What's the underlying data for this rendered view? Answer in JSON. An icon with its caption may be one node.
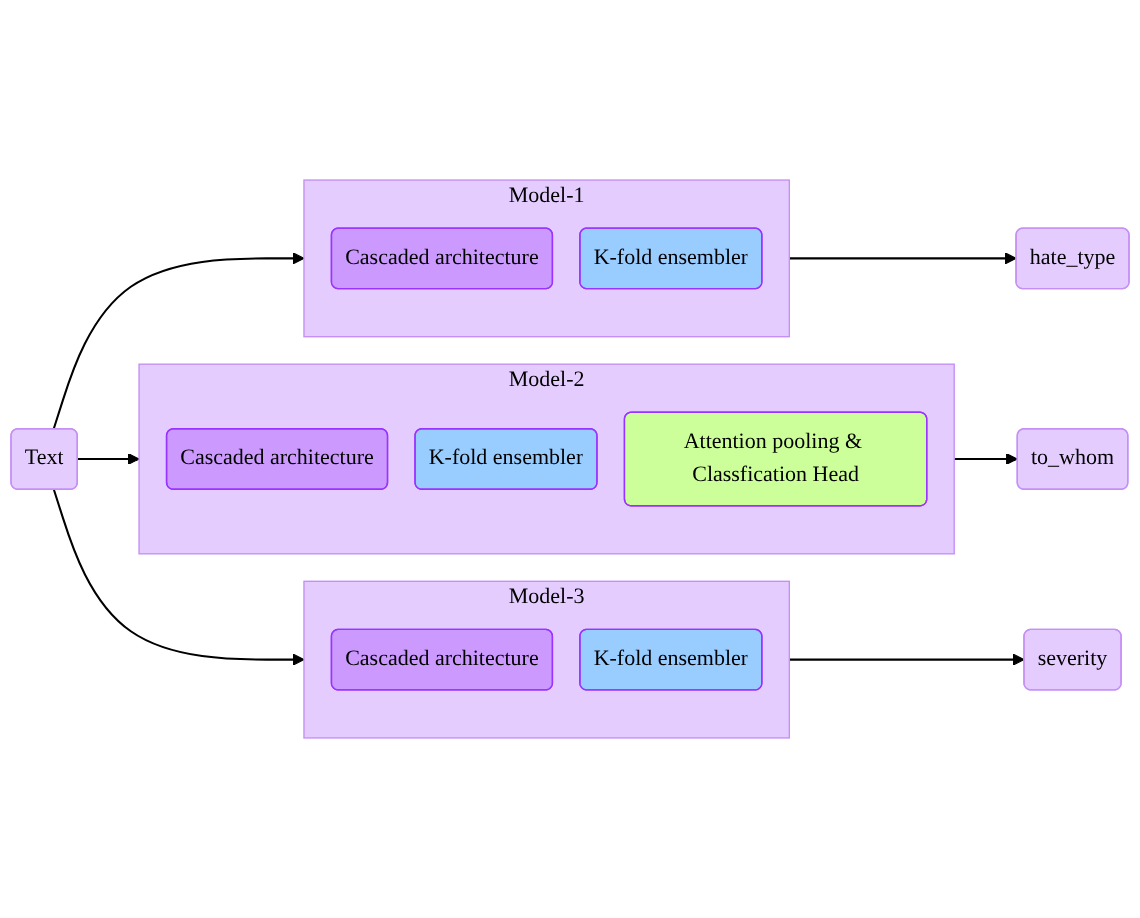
{
  "diagram": {
    "nodes": [
      {
        "text": [
          "Text"
        ]
      },
      {
        "text": [
          "Model-1"
        ]
      },
      {
        "text": [
          "Cascaded architecture"
        ],
        "in": 1
      },
      {
        "text": [
          "K-fold ensembler"
        ],
        "in": 1
      },
      {
        "text": [
          "Model-2"
        ]
      },
      {
        "text": [
          "Cascaded architecture"
        ],
        "in": 4
      },
      {
        "text": [
          "K-fold ensembler"
        ],
        "in": 4
      },
      {
        "text": [
          "Attention pooling & Classfication Head"
        ],
        "in": 4
      },
      {
        "text": [
          "Model-3"
        ]
      },
      {
        "text": [
          "Cascaded architecture"
        ],
        "in": 8
      },
      {
        "text": [
          "K-fold ensembler"
        ],
        "in": 8
      },
      {
        "text": [
          "hate_type"
        ]
      },
      {
        "text": [
          "to_whom"
        ]
      },
      {
        "text": [
          "severity"
        ]
      }
    ],
    "edges": [
      {
        "from": 0,
        "to": 1,
        "arrow": "to"
      },
      {
        "from": 0,
        "to": 4,
        "arrow": "to"
      },
      {
        "from": 0,
        "to": 8,
        "arrow": "to"
      },
      {
        "from": 1,
        "to": 11,
        "arrow": "to"
      },
      {
        "from": 4,
        "to": 12,
        "arrow": "to"
      },
      {
        "from": 8,
        "to": 13,
        "arrow": "to"
      }
    ]
  }
}
